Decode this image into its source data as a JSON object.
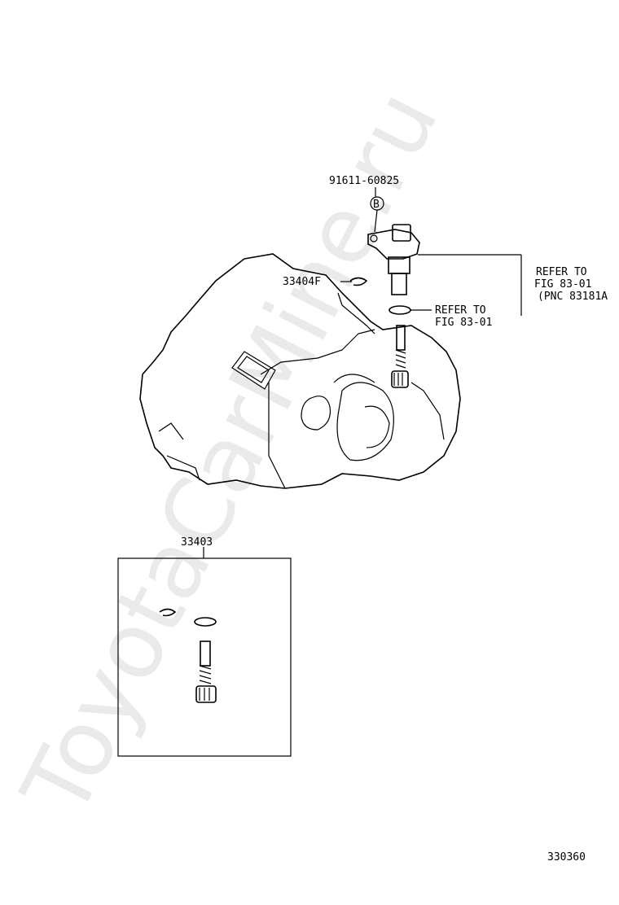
{
  "watermark": "ToyotaCarMine.ru",
  "labels": {
    "sensor_bolt_part": "91611-60825",
    "bolt_marker": "B",
    "clip_part": "33404F",
    "refer_sensor_line1": "REFER TO",
    "refer_sensor_line2": "FIG 83-01",
    "refer_sensor_line3": "(PNC 83181A",
    "refer_oring_line1": "REFER TO",
    "refer_oring_line2": "FIG 83-01",
    "kit_part": "33403",
    "figure_number": "330360"
  }
}
